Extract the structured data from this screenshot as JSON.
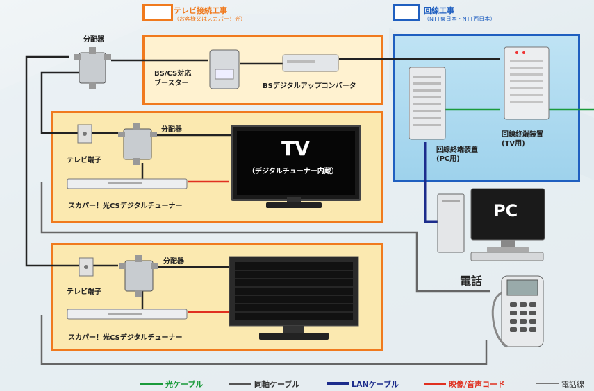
{
  "legend_top": {
    "tv_work": {
      "title": "テレビ接続工事",
      "subtitle": "（お客様又はスカパー！光）",
      "color": "#f07a1e"
    },
    "line_work": {
      "title": "回線工事",
      "subtitle": "（NTT東日本・NTT西日本）",
      "color": "#1f5fc0"
    }
  },
  "top_panel": {
    "splitter": "分配器",
    "booster": "BS/CS対応\nブースター",
    "converter": "BSデジタルアップコンバータ"
  },
  "middle_panel": {
    "tv_outlet": "テレビ端子",
    "splitter": "分配器",
    "tuner": "スカパー！光CSデジタルチューナー",
    "tv_label": "TV",
    "tv_sub": "（デジタルチューナー内蔵）"
  },
  "bottom_panel": {
    "tv_outlet": "テレビ端子",
    "splitter": "分配器",
    "tuner": "スカパー！光CSデジタルチューナー"
  },
  "ntt": {
    "ont_tv": "回線終端装置\n(TV用)",
    "ont_pc": "回線終端装置\n(PC用)"
  },
  "pc_label": "PC",
  "phone_label": "電話",
  "legend_bottom": [
    {
      "label": "光ケーブル",
      "color": "#1a9a3a",
      "text_color": "#1a9a3a"
    },
    {
      "label": "同軸ケーブル",
      "color": "#555555",
      "text_color": "#333333"
    },
    {
      "label": "LANケーブル",
      "color": "#1c2c8c",
      "text_color": "#1c2c8c"
    },
    {
      "label": "映像/音声コード",
      "color": "#e03020",
      "text_color": "#e03020"
    },
    {
      "label": "電話線",
      "color": "#777777",
      "text_color": "#333333"
    }
  ]
}
